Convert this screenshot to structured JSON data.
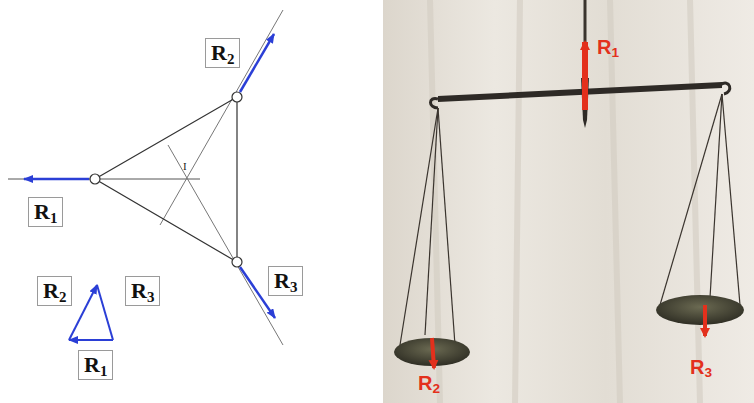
{
  "diagram": {
    "nodes": [
      {
        "text": [
          "R2"
        ]
      },
      {
        "text": [
          "R1"
        ]
      },
      {
        "text": [
          "R3"
        ]
      },
      {
        "text": [
          "R2"
        ]
      },
      {
        "text": [
          "R3"
        ]
      },
      {
        "text": [
          "R1"
        ]
      }
    ],
    "labels": [
      "I",
      "R1",
      "R2",
      "R3"
    ]
  }
}
